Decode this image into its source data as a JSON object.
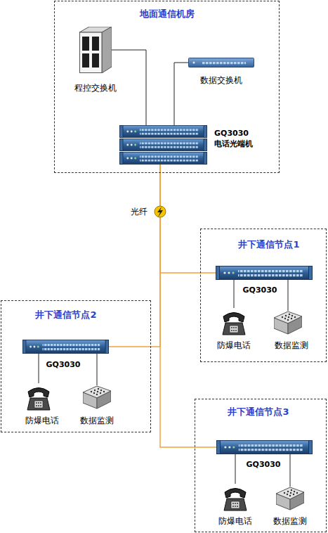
{
  "diagram": {
    "nodes": [
      {
        "text": [
          "地面通信机房"
        ]
      },
      {
        "text": [
          "程控交换机"
        ],
        "in": 0
      },
      {
        "text": [
          "数据交换机"
        ],
        "in": 0
      },
      {
        "text": [
          "GQ3030 电话光端机"
        ],
        "in": 0
      },
      {
        "text": [
          "井下通信节点1"
        ]
      },
      {
        "text": [
          "GQ3030"
        ],
        "in": 4
      },
      {
        "text": [
          "防爆电话"
        ],
        "in": 4
      },
      {
        "text": [
          "数据监测"
        ],
        "in": 4
      },
      {
        "text": [
          "井下通信节点2"
        ]
      },
      {
        "text": [
          "GQ3030"
        ],
        "in": 8
      },
      {
        "text": [
          "防爆电话"
        ],
        "in": 8
      },
      {
        "text": [
          "数据监测"
        ],
        "in": 8
      },
      {
        "text": [
          "井下通信节点3"
        ]
      },
      {
        "text": [
          "GQ3030"
        ],
        "in": 12
      },
      {
        "text": [
          "防爆电话"
        ],
        "in": 12
      },
      {
        "text": [
          "数据监测"
        ],
        "in": 12
      }
    ],
    "edges": [
      {
        "from": 1,
        "to": 3,
        "arrow": "none"
      },
      {
        "from": 2,
        "to": 3,
        "arrow": "none"
      },
      {
        "from": 3,
        "to": 5,
        "arrow": "none"
      },
      {
        "from": 3,
        "to": 9,
        "arrow": "none"
      },
      {
        "from": 3,
        "to": 13,
        "arrow": "none"
      },
      {
        "from": 5,
        "to": 6,
        "arrow": "none"
      },
      {
        "from": 5,
        "to": 7,
        "arrow": "none"
      },
      {
        "from": 9,
        "to": 10,
        "arrow": "none"
      },
      {
        "from": 9,
        "to": 11,
        "arrow": "none"
      },
      {
        "from": 13,
        "to": 14,
        "arrow": "none"
      },
      {
        "from": 13,
        "to": 15,
        "arrow": "none"
      }
    ],
    "labels": [
      "光纤"
    ]
  }
}
